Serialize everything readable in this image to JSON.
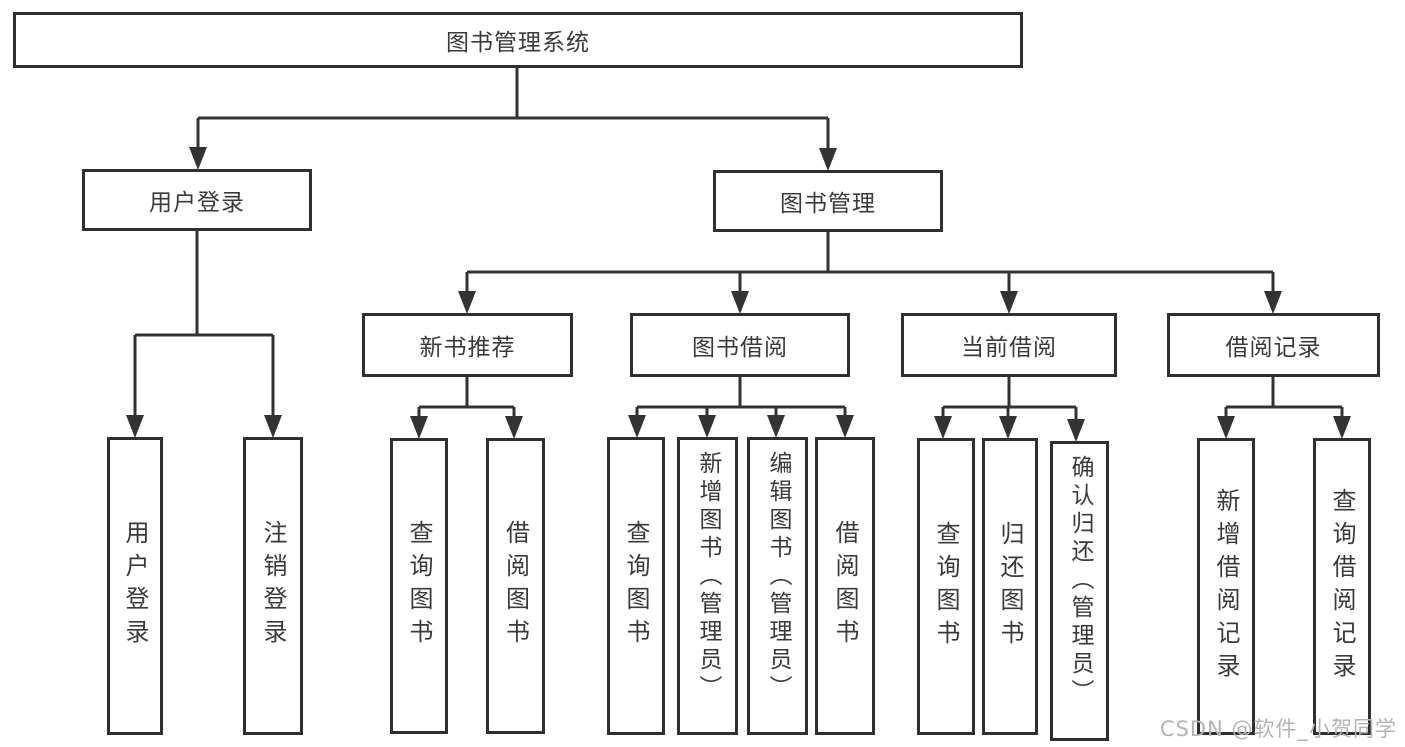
{
  "diagram": {
    "root": "图书管理系统",
    "level2": {
      "user_login": "用户登录",
      "book_management": "图书管理"
    },
    "level3": {
      "new_books": "新书推荐",
      "book_borrow": "图书借阅",
      "current_borrow": "当前借阅",
      "borrow_records": "借阅记录"
    },
    "leaves": {
      "user_login": [
        "用户登录",
        "注销登录"
      ],
      "new_books": [
        "查询图书",
        "借阅图书"
      ],
      "book_borrow": [
        "查询图书",
        "新增图书（管理员）",
        "编辑图书（管理员）",
        "借阅图书"
      ],
      "current_borrow": [
        "查询图书",
        "归还图书",
        "确认归还（管理员）"
      ],
      "borrow_records": [
        "新增借阅记录",
        "查询借阅记录"
      ]
    }
  },
  "watermark": {
    "text": "CSDN @软件_小贺同学"
  },
  "colors": {
    "line": "#333333",
    "border": "#2f2f2f",
    "text": "#3a3a3a",
    "watermark": "#b4b4b4",
    "background": "#ffffff"
  }
}
